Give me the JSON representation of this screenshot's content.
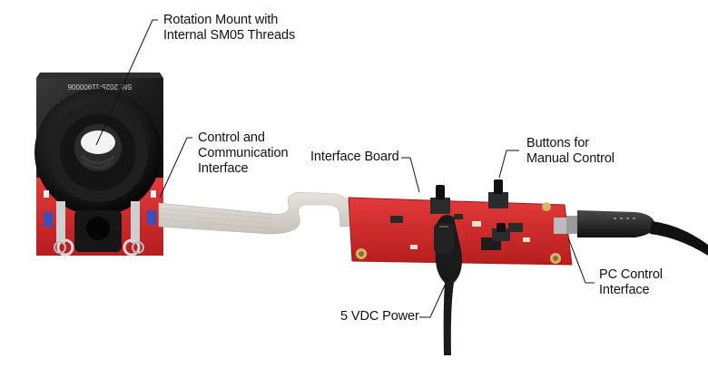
{
  "callouts": {
    "rotation_mount": {
      "line1": "Rotation Mount with",
      "line2": "Internal SM05 Threads"
    },
    "control_interface": {
      "line1": "Control and",
      "line2": "Communication",
      "line3": "Interface"
    },
    "interface_board": {
      "line1": "Interface Board"
    },
    "buttons": {
      "line1": "Buttons for",
      "line2": "Manual Control"
    },
    "pc_control": {
      "line1": "PC Control",
      "line2": "Interface"
    },
    "power": {
      "line1": "5 VDC Power"
    }
  },
  "device": {
    "serial_text": "SN: 2025-11900006"
  },
  "colors": {
    "pcb_red": "#d52b2b",
    "housing_black": "#1b1b1b",
    "ribbon_gray": "#d9d5cf",
    "cable_black": "#111111"
  }
}
